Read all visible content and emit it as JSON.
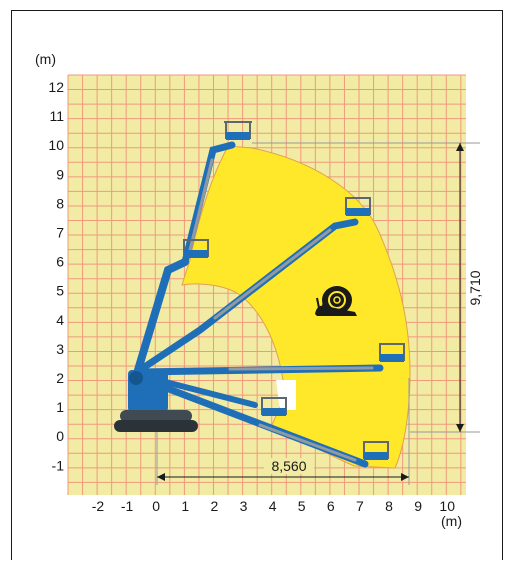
{
  "diagram": {
    "y_unit": "(m)",
    "x_unit": "(m)",
    "y_ticks": [
      "12",
      "11",
      "10",
      "9",
      "8",
      "7",
      "6",
      "5",
      "4",
      "3",
      "2",
      "1",
      "0",
      "-1"
    ],
    "x_ticks": [
      "-2",
      "-1",
      "0",
      "1",
      "2",
      "3",
      "4",
      "5",
      "6",
      "7",
      "8",
      "9",
      "10"
    ],
    "dimension_height": "9,710",
    "dimension_outreach": "8,560",
    "snail_icon": "snail-icon",
    "colors": {
      "grid_bg": "#f2eba4",
      "grid_line": "#ef9a7c",
      "envelope": "#ffe82a",
      "boom": "#1f6fb8",
      "boom_inner": "#8f9aa3",
      "platform": "#5d6770"
    }
  }
}
